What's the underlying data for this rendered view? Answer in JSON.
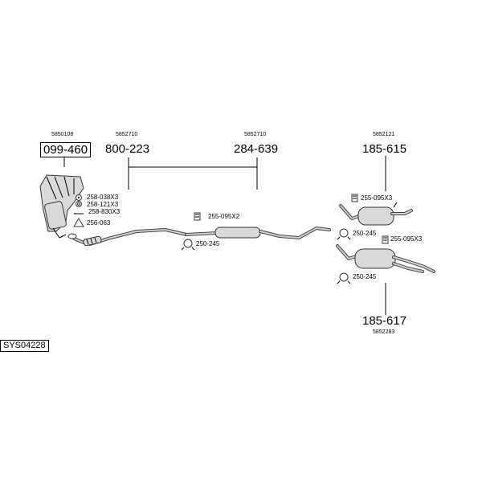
{
  "parts": {
    "manifold": {
      "ref": "5850108",
      "code": "099-460"
    },
    "front_pipe": {
      "ref": "5852710",
      "code": "800-223"
    },
    "middle": {
      "ref": "5852710",
      "code": "284-639"
    },
    "rear_top": {
      "ref": "5852121",
      "code": "185-615"
    },
    "rear_bottom": {
      "ref": "5852283",
      "code": "185-617"
    }
  },
  "accessories": {
    "a1": "258-038X3",
    "a2": "258-121X3",
    "a3": "258-830X3",
    "a4": "256-063",
    "a5": "255-095X2",
    "a6": "250-245",
    "a7": "255-095X3",
    "a8": "250-245",
    "a9": "255-095X3",
    "a10": "250-245"
  },
  "system_code": "SYS04228"
}
